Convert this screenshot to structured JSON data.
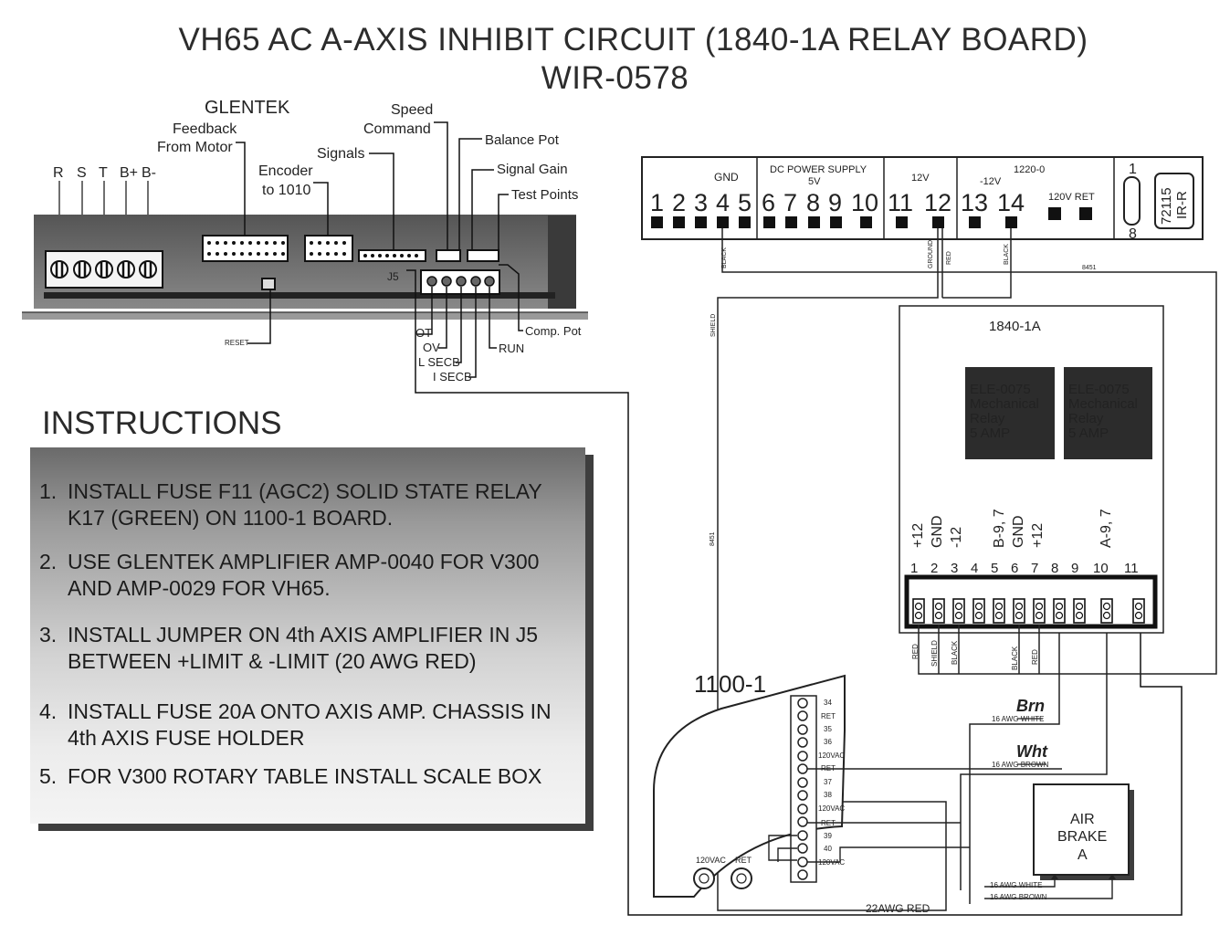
{
  "header": {
    "title_line1": "VH65 AC A-AXIS INHIBIT CIRCUIT (1840-1A RELAY BOARD)",
    "title_line2": "WIR-0578"
  },
  "glentek": {
    "brand": "GLENTEK",
    "labels": {
      "feedback1": "Feedback",
      "feedback2": "From Motor",
      "encoder1": "Encoder",
      "encoder2": "to 1010",
      "signals": "Signals",
      "speed1": "Speed",
      "speed2": "Command",
      "balance": "Balance Pot",
      "gain": "Signal Gain",
      "test": "Test Points",
      "comp": "Comp. Pot",
      "run": "RUN",
      "ot": "OT",
      "ov": "OV",
      "lsecb": "L SECB",
      "isecb": "I SECB",
      "reset": "RESET",
      "j5": "J5"
    },
    "terminals": [
      "R",
      "S",
      "T",
      "B+",
      "B-"
    ]
  },
  "instructions": {
    "title": "INSTRUCTIONS",
    "items": [
      {
        "num": "1.",
        "text": "INSTALL FUSE F11 (AGC2) SOLID STATE RELAY K17 (GREEN) ON 1100-1 BOARD."
      },
      {
        "num": "2.",
        "text": "USE GLENTEK AMPLIFIER AMP-0040 FOR V300 AND AMP-0029 FOR VH65."
      },
      {
        "num": "3.",
        "text": "INSTALL JUMPER ON 4th AXIS AMPLIFIER IN J5 BETWEEN +LIMIT & -LIMIT (20 AWG RED)"
      },
      {
        "num": "4.",
        "text": "INSTALL FUSE 20A ONTO AXIS AMP. CHASSIS IN 4th AXIS FUSE HOLDER"
      },
      {
        "num": "5.",
        "text": "FOR V300 ROTARY TABLE INSTALL SCALE BOX"
      }
    ]
  },
  "power_strip": {
    "gnd": "GND",
    "dc_power_supply": "DC POWER SUPPLY",
    "five_v": "5V",
    "twelve_v": "12V",
    "minus_twelve_v": "-12V",
    "part_1220": "1220-0",
    "ret_120v": "120V RET",
    "terminals": [
      "1",
      "2",
      "3",
      "4",
      "5",
      "6",
      "7",
      "8",
      "9",
      "10",
      "11",
      "12",
      "13",
      "14"
    ],
    "conn_1": "1",
    "conn_8": "8",
    "part_72115": "72115",
    "ir_r": "IR-R"
  },
  "wires": {
    "black": "BLACK",
    "ground": "GROUND",
    "red": "RED",
    "black2": "BLACK",
    "code_8451_top": "8451",
    "shield": "SHIELD",
    "code_8451_side": "8451",
    "red_b": "RED",
    "shield_b": "SHIELD",
    "black_b": "BLACK",
    "black_c": "BLACK",
    "red_c": "RED",
    "awg_white_top": "16 AWG WHITE",
    "awg_brown_top": "16 AWG BROWN",
    "brn_hand": "Brn",
    "wht_hand": "Wht",
    "awg_white_bot": "16 AWG WHITE",
    "awg_brown_bot": "16 AWG BROWN",
    "awg22_red": "22AWG RED"
  },
  "relay_board": {
    "name": "1840-1A",
    "relay1": [
      "ELE-0075",
      "Mechanical",
      "Relay",
      "5 AMP"
    ],
    "relay2": [
      "ELE-0075",
      "Mechanical",
      "Relay",
      "5 AMP"
    ],
    "pin_labels": {
      "p1": "+12",
      "p2": "GND",
      "p3": "-12",
      "p5": "B-9, 7",
      "p6": "GND",
      "p7": "+12",
      "p10": "A-9, 7"
    },
    "pins": [
      "1",
      "2",
      "3",
      "4",
      "5",
      "6",
      "7",
      "8",
      "9",
      "10",
      "11"
    ]
  },
  "board_1100": {
    "name": "1100-1",
    "pins": [
      "34",
      "RET",
      "35",
      "36",
      "120VAC",
      "RET",
      "37",
      "38",
      "120VAC",
      "RET",
      "39",
      "40",
      "120VAC"
    ],
    "bottom_120vac": "120VAC",
    "bottom_ret": "RET"
  },
  "air_brake": [
    "AIR",
    "BRAKE",
    "A"
  ]
}
